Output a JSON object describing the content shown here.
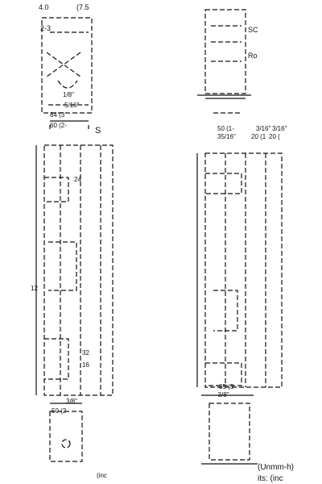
{
  "labels": {
    "l1": "4.0",
    "l2": "(7.5",
    "l3": "2-3",
    "l4": "1/8\"",
    "l5": "5/16\"",
    "l6": "84 (3",
    "l7": "60 (2-",
    "l8": "S",
    "l9": "SC",
    "l10": "Ro",
    "l11": "50 (1-",
    "l12": "35/16\"",
    "l13": "3/16\"",
    "l14": "3/16\"",
    "l15": "20 (1",
    "l16": "20 (",
    "l17": "24",
    "l18": "12",
    "l19": "32",
    "l20": "16",
    "l21": "3/8\"",
    "l22": "50 (2",
    "l23": "85 (3",
    "l24": "-3/8\"",
    "l25": "(Unmm-h)",
    "l26": "its: (inc",
    "l27": "(inc"
  }
}
